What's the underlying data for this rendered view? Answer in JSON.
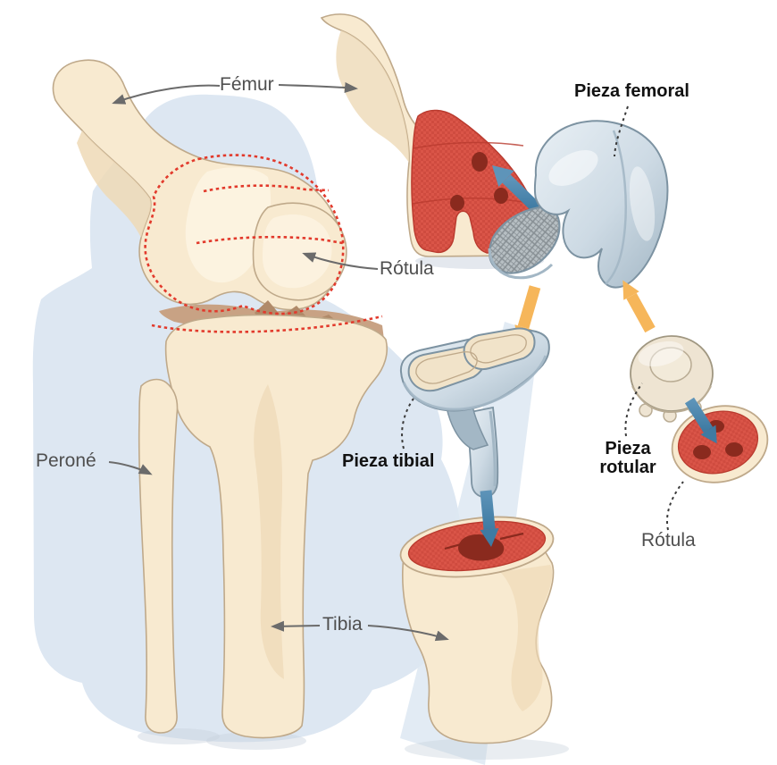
{
  "illustration": {
    "left_figure": {
      "labels": {
        "femur": "Fémur",
        "rotula": "Rótula",
        "perone": "Peroné",
        "tibia": "Tibia"
      }
    },
    "right_figure": {
      "labels": {
        "pieza_femoral": "Pieza femoral",
        "pieza_tibial": "Pieza tibial",
        "pieza_rotular": "Pieza rotular",
        "rotula": "Rótula"
      }
    }
  },
  "colors": {
    "bone": "#f8ead0",
    "bone_shade": "#eed9b6",
    "bone_deep": "#e4c99f",
    "bone_outline": "#bfa98a",
    "cartilage": "#c8a284",
    "cartilage_dark": "#b08a69",
    "cut_red": "#da5548",
    "cut_red_dark": "#b93a2e",
    "cut_hole": "#8a2a1e",
    "implant": "#cddae4",
    "implant_light": "#e9f0f5",
    "implant_shade": "#a3b7c5",
    "implant_outline": "#7d93a2",
    "insert_cream": "#f1e3c9",
    "button_cream": "#eee4d2",
    "button_outline": "#b9ac94",
    "arrow_orange": "#f6b65a",
    "arrow_blue": "#5e94b9",
    "arrow_blue_dark": "#3f7ba3",
    "bg_blue": "#dde7f2",
    "dash_red": "#e23a2c",
    "label_gray": "#4f4f4f",
    "label_black": "#121212",
    "leader_gray": "#6b6b6b",
    "leader_dash": "#3a3a3a"
  }
}
